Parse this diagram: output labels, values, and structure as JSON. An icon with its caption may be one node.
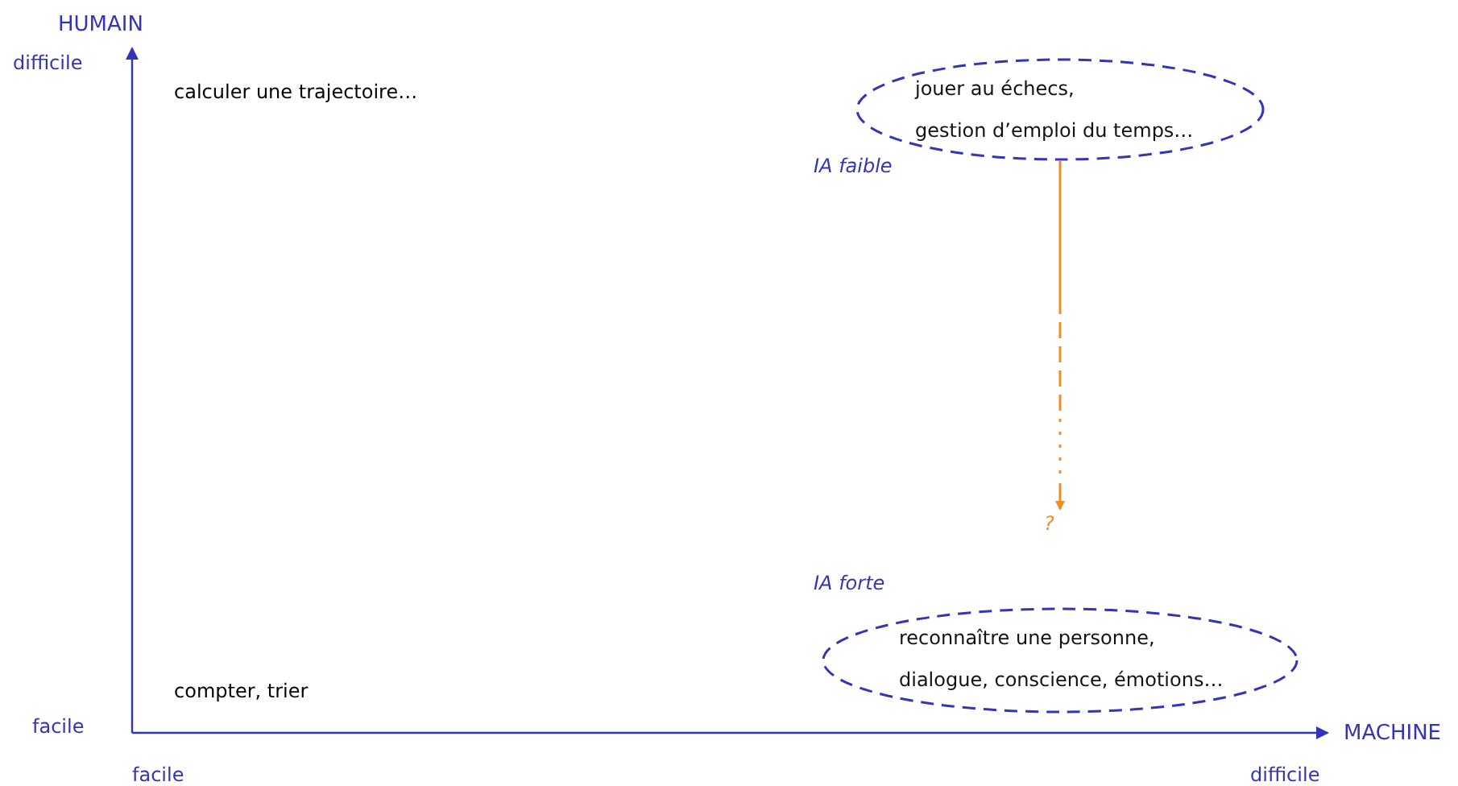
{
  "diagram": {
    "nodes": [
      {
        "text": [
          "jouer au échecs,",
          "gestion d’emploi du temps…"
        ],
        "beside": [
          "IA faible"
        ]
      },
      {
        "text": [
          "?"
        ]
      },
      {
        "text": [
          "reconnaître une personne,",
          "dialogue, conscience, émotions…"
        ],
        "beside": [
          "IA forte"
        ]
      }
    ],
    "edges": [
      {
        "from": 0,
        "to": 1,
        "arrow": "to",
        "style": "dashed",
        "color": "#f28c28"
      }
    ],
    "labels": [
      "HUMAIN",
      "difficile",
      "calculer une trajectoire…",
      "compter, trier",
      "facile",
      "facile",
      "difficile",
      "MACHINE"
    ]
  }
}
